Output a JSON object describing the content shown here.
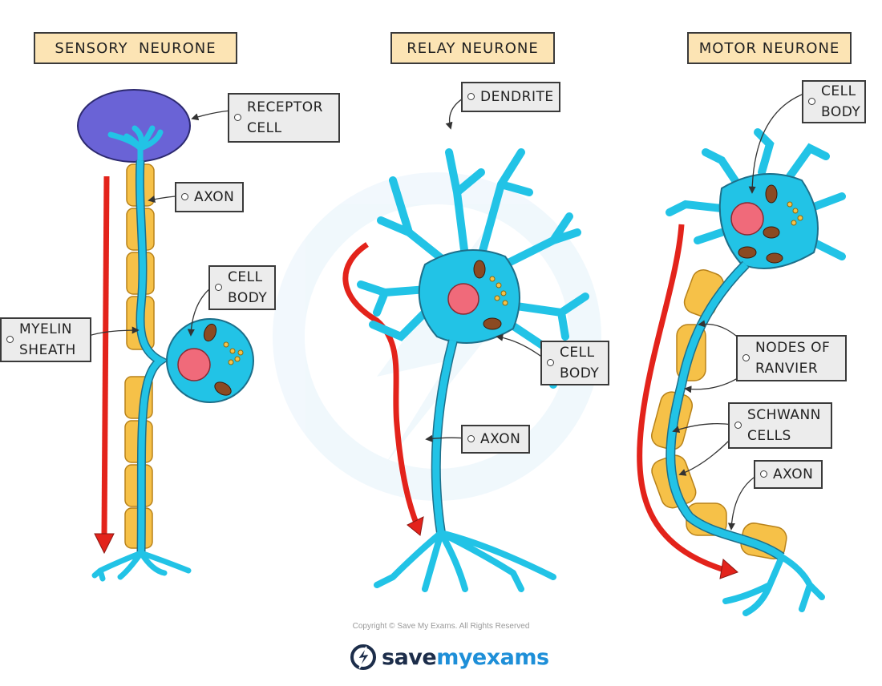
{
  "titles": {
    "sensory": "SENSORY  NEURONE",
    "relay": "RELAY NEURONE",
    "motor": "MOTOR NEURONE"
  },
  "labels": {
    "receptor_cell": "RECEPTOR\nCELL",
    "sensory_axon": "AXON",
    "sensory_cell_body": "CELL\nBODY",
    "myelin_sheath": "MYELIN\nSHEATH",
    "dendrite": "DENDRITE",
    "relay_cell_body": "CELL\nBODY",
    "relay_axon": "AXON",
    "motor_cell_body": "CELL\nBODY",
    "nodes_of_ranvier": "NODES OF\nRANVIER",
    "schwann_cells": "SCHWANN\nCELLS",
    "motor_axon": "AXON"
  },
  "footer": {
    "copyright": "Copyright © Save My Exams. All Rights Reserved",
    "logo_part1": "save",
    "logo_part2": "myexams"
  },
  "colors": {
    "neurone": "#22c3e6",
    "outline": "#1d6f8a",
    "myelin": "#f6c148",
    "nucleus": "#f06a7a",
    "receptor": "#6a63d6",
    "arrow": "#e3231b",
    "title_bg": "#fce4b4",
    "tag_bg": "#ececec"
  }
}
